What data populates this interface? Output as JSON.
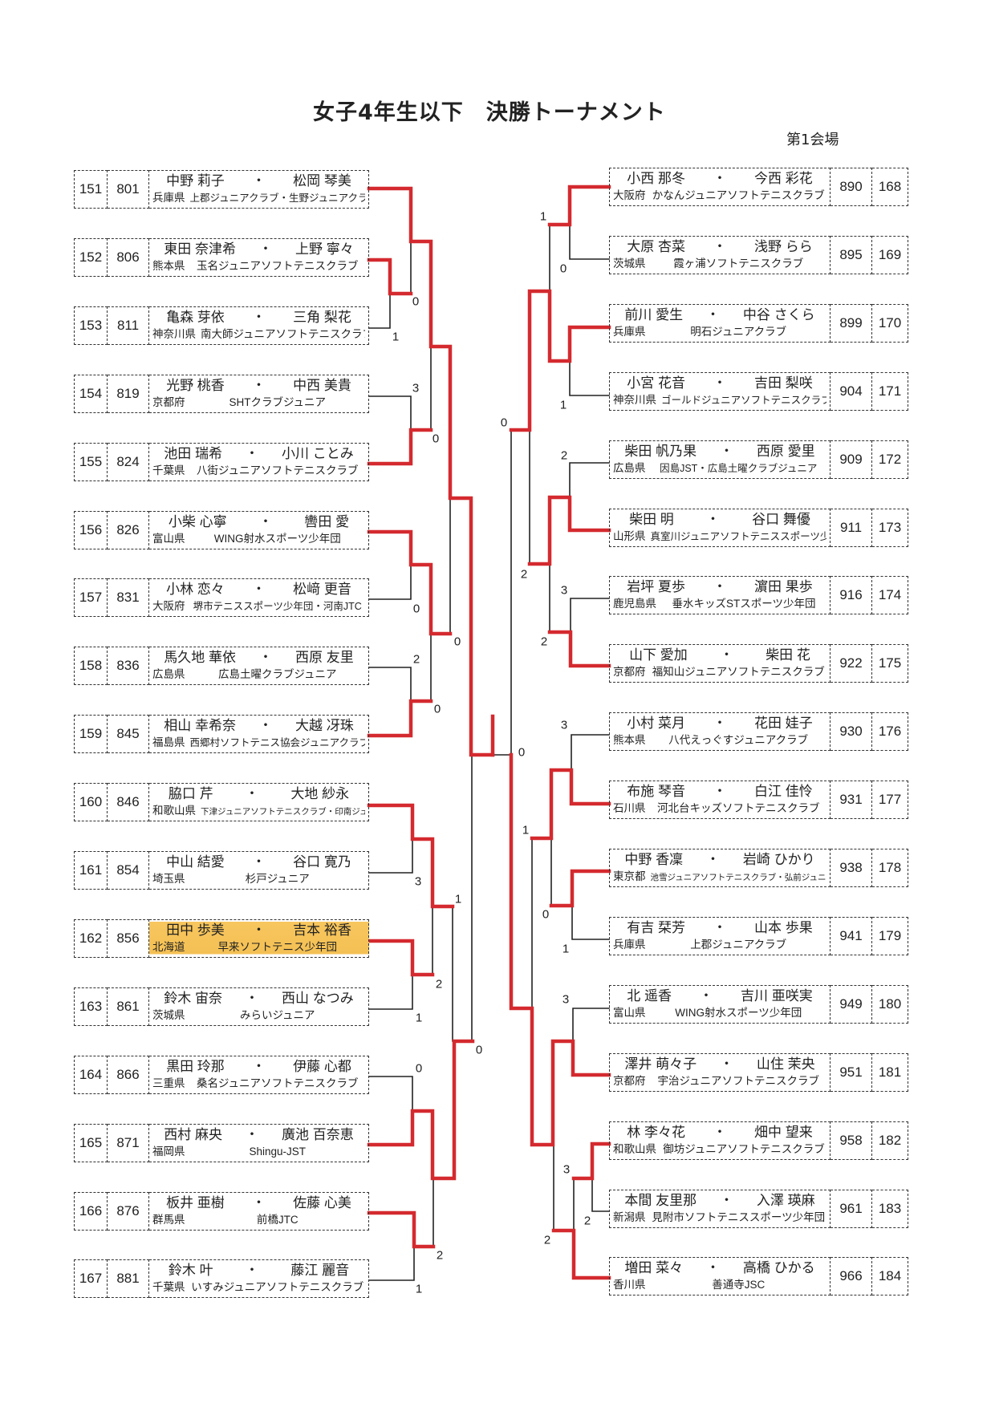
{
  "header": {
    "title": "女子4年生以下　決勝トーナメント",
    "venue": "第1会場"
  },
  "left_entries": [
    {
      "seed": "151",
      "no": "801",
      "players": [
        "中野 莉子",
        "松岡 琴美"
      ],
      "pref": "兵庫県",
      "club": "上郡ジュニアクラブ・生野ジュニアクラブ"
    },
    {
      "seed": "152",
      "no": "806",
      "players": [
        "東田 奈津希",
        "上野 寧々"
      ],
      "pref": "熊本県",
      "club": "玉名ジュニアソフトテニスクラブ"
    },
    {
      "seed": "153",
      "no": "811",
      "players": [
        "亀森 芽依",
        "三角 梨花"
      ],
      "pref": "神奈川県",
      "club": "南大師ジュニアソフトテニスクラブ"
    },
    {
      "seed": "154",
      "no": "819",
      "players": [
        "光野 桃香",
        "中西 美貴"
      ],
      "pref": "京都府",
      "club": "SHTクラブジュニア"
    },
    {
      "seed": "155",
      "no": "824",
      "players": [
        "池田 瑞希",
        "小川 ことみ"
      ],
      "pref": "千葉県",
      "club": "八街ジュニアソフトテニスクラブ"
    },
    {
      "seed": "156",
      "no": "826",
      "players": [
        "小柴 心寧",
        "轡田 愛"
      ],
      "pref": "富山県",
      "club": "WING射水スポーツ少年団"
    },
    {
      "seed": "157",
      "no": "831",
      "players": [
        "小林 恋々",
        "松﨑 更音"
      ],
      "pref": "大阪府",
      "club": "堺市テニススポーツ少年団・河南JTC"
    },
    {
      "seed": "158",
      "no": "836",
      "players": [
        "馬久地 華依",
        "西原 友里"
      ],
      "pref": "広島県",
      "club": "広島土曜クラブジュニア"
    },
    {
      "seed": "159",
      "no": "845",
      "players": [
        "相山 幸希奈",
        "大越 冴珠"
      ],
      "pref": "福島県",
      "club": "西郷村ソフトテニス協会ジュニアクラブ"
    },
    {
      "seed": "160",
      "no": "846",
      "players": [
        "脇口 芹",
        "大地 紗永"
      ],
      "pref": "和歌山県",
      "club": "下津ジュニアソフトテニスクラブ・印南ジュニアソフトテニスクラブ"
    },
    {
      "seed": "161",
      "no": "854",
      "players": [
        "中山 結愛",
        "谷口 寛乃"
      ],
      "pref": "埼玉県",
      "club": "杉戸ジュニア"
    },
    {
      "seed": "162",
      "no": "856",
      "players": [
        "田中 歩美",
        "吉本 裕香"
      ],
      "pref": "北海道",
      "club": "早来ソフトテニス少年団",
      "highlighted": true
    },
    {
      "seed": "163",
      "no": "861",
      "players": [
        "鈴木 宙奈",
        "西山 なつみ"
      ],
      "pref": "茨城県",
      "club": "みらいジュニア"
    },
    {
      "seed": "164",
      "no": "866",
      "players": [
        "黒田 玲那",
        "伊藤 心都"
      ],
      "pref": "三重県",
      "club": "桑名ジュニアソフトテニスクラブ"
    },
    {
      "seed": "165",
      "no": "871",
      "players": [
        "西村 麻央",
        "廣池 百奈恵"
      ],
      "pref": "福岡県",
      "club": "Shingu-JST"
    },
    {
      "seed": "166",
      "no": "876",
      "players": [
        "板井 亜樹",
        "佐藤 心美"
      ],
      "pref": "群馬県",
      "club": "前橋JTC"
    },
    {
      "seed": "167",
      "no": "881",
      "players": [
        "鈴木 叶",
        "藤江 麗音"
      ],
      "pref": "千葉県",
      "club": "いすみジュニアソフトテニスクラブ"
    }
  ],
  "right_entries": [
    {
      "seed": "168",
      "no": "890",
      "players": [
        "小西 那冬",
        "今西 彩花"
      ],
      "pref": "大阪府",
      "club": "かなんジュニアソフトテニスクラブ"
    },
    {
      "seed": "169",
      "no": "895",
      "players": [
        "大原 杏菜",
        "浅野 らら"
      ],
      "pref": "茨城県",
      "club": "霞ヶ浦ソフトテニスクラブ"
    },
    {
      "seed": "170",
      "no": "899",
      "players": [
        "前川 愛生",
        "中谷 さくら"
      ],
      "pref": "兵庫県",
      "club": "明石ジュニアクラブ"
    },
    {
      "seed": "171",
      "no": "904",
      "players": [
        "小宮 花音",
        "吉田 梨咲"
      ],
      "pref": "神奈川県",
      "club": "ゴールドジュニアソフトテニスクラブ"
    },
    {
      "seed": "172",
      "no": "909",
      "players": [
        "柴田 帆乃果",
        "西原 愛里"
      ],
      "pref": "広島県",
      "club": "因島JST・広島土曜クラブジュニア"
    },
    {
      "seed": "173",
      "no": "911",
      "players": [
        "柴田 明",
        "谷口 舞優"
      ],
      "pref": "山形県",
      "club": "真室川ジュニアソフトテニススポーツ少年団"
    },
    {
      "seed": "174",
      "no": "916",
      "players": [
        "岩坪 夏歩",
        "濵田 果歩"
      ],
      "pref": "鹿児島県",
      "club": "垂水キッズSTスポーツ少年団"
    },
    {
      "seed": "175",
      "no": "922",
      "players": [
        "山下 愛加",
        "柴田 花"
      ],
      "pref": "京都府",
      "club": "福知山ジュニアソフトテニスクラブ"
    },
    {
      "seed": "176",
      "no": "930",
      "players": [
        "小村 菜月",
        "花田 娃子"
      ],
      "pref": "熊本県",
      "club": "八代えっぐすジュニアクラブ"
    },
    {
      "seed": "177",
      "no": "931",
      "players": [
        "布施 琴音",
        "白江 佳怜"
      ],
      "pref": "石川県",
      "club": "河北台キッズソフトテニスクラブ"
    },
    {
      "seed": "178",
      "no": "938",
      "players": [
        "中野 香凜",
        "岩崎 ひかり"
      ],
      "pref": "東京都",
      "club": "池雪ジュニアソフトテニスクラブ・弘前ジュニアソフトテニスクラブ"
    },
    {
      "seed": "179",
      "no": "941",
      "players": [
        "有吉 栞芳",
        "山本 歩果"
      ],
      "pref": "兵庫県",
      "club": "上郡ジュニアクラブ"
    },
    {
      "seed": "180",
      "no": "949",
      "players": [
        "北 遥香",
        "吉川 亜咲実"
      ],
      "pref": "富山県",
      "club": "WING射水スポーツ少年団"
    },
    {
      "seed": "181",
      "no": "951",
      "players": [
        "澤井 萌々子",
        "山住 茉央"
      ],
      "pref": "京都府",
      "club": "宇治ジュニアソフトテニスクラブ"
    },
    {
      "seed": "182",
      "no": "958",
      "players": [
        "林 李々花",
        "畑中 望来"
      ],
      "pref": "和歌山県",
      "club": "御坊ジュニアソフトテニスクラブ"
    },
    {
      "seed": "183",
      "no": "961",
      "players": [
        "本間 友里那",
        "入澤 瑛麻"
      ],
      "pref": "新潟県",
      "club": "見附市ソフトテニススポーツ少年団"
    },
    {
      "seed": "184",
      "no": "966",
      "players": [
        "増田 菜々",
        "高橋 ひかる"
      ],
      "pref": "香川県",
      "club": "善通寺JSC"
    }
  ],
  "bracket": {
    "separator": "・",
    "winner_color": "#d42a2f",
    "line_color": "#222222",
    "highlight_color": "#f4c054",
    "scores": [
      "0",
      "1",
      "3",
      "0",
      "0",
      "2",
      "0",
      "0",
      "3",
      "1",
      "2",
      "1",
      "0",
      "2",
      "1",
      "0",
      "0",
      "0",
      "1",
      "0",
      "1",
      "2",
      "2",
      "3",
      "2",
      "3",
      "0",
      "1",
      "1",
      "3",
      "3",
      "2",
      "2"
    ]
  }
}
